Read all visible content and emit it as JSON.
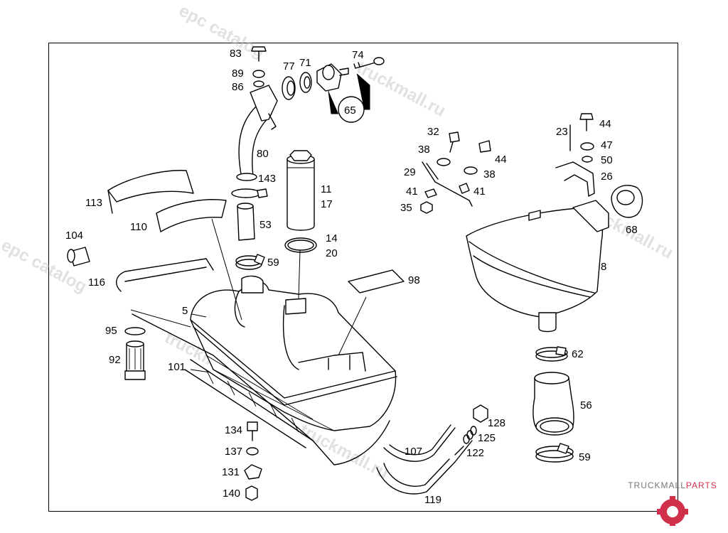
{
  "watermark": {
    "text_1": "epc catalog",
    "text_2": "truckmall.ru"
  },
  "logo": {
    "text_main": "TRUCKMALL",
    "text_accent": "PARTS",
    "accent_color": "#d0304a"
  },
  "labels": {
    "l83": "83",
    "l89": "89",
    "l86": "86",
    "l77": "77",
    "l71": "71",
    "l74": "74",
    "l65": "65",
    "l80": "80",
    "l143": "143",
    "l11": "11",
    "l17": "17",
    "l53": "53",
    "l14": "14",
    "l20": "20",
    "l59a": "59",
    "l113": "113",
    "l110": "110",
    "l104": "104",
    "l116": "116",
    "l5": "5",
    "l98": "98",
    "l95": "95",
    "l92": "92",
    "l101": "101",
    "l134": "134",
    "l137": "137",
    "l131": "131",
    "l140": "140",
    "l107": "107",
    "l119": "119",
    "l122": "122",
    "l125": "125",
    "l128": "128",
    "l32": "32",
    "l38a": "38",
    "l29": "29",
    "l41a": "41",
    "l35": "35",
    "l44a": "44",
    "l38b": "38",
    "l41b": "41",
    "l23": "23",
    "l44b": "44",
    "l47": "47",
    "l50": "50",
    "l26": "26",
    "l68": "68",
    "l8": "8",
    "l62": "62",
    "l56": "56",
    "l59b": "59"
  }
}
